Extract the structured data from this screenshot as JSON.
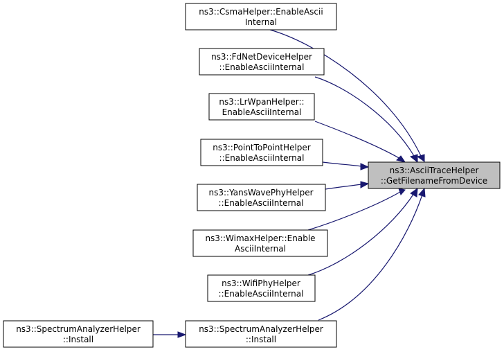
{
  "target": {
    "line1": "ns3::AsciiTraceHelper",
    "line2": "::GetFilenameFromDevice"
  },
  "callers": [
    {
      "line1": "ns3::CsmaHelper::EnableAscii",
      "line2": "Internal"
    },
    {
      "line1": "ns3::FdNetDeviceHelper",
      "line2": "::EnableAsciiInternal"
    },
    {
      "line1": "ns3::LrWpanHelper::",
      "line2": "EnableAsciiInternal"
    },
    {
      "line1": "ns3::PointToPointHelper",
      "line2": "::EnableAsciiInternal"
    },
    {
      "line1": "ns3::YansWavePhyHelper",
      "line2": "::EnableAsciiInternal"
    },
    {
      "line1": "ns3::WimaxHelper::Enable",
      "line2": "AsciiInternal"
    },
    {
      "line1": "ns3::WifiPhyHelper",
      "line2": "::EnableAsciiInternal"
    },
    {
      "line1": "ns3::SpectrumAnalyzerHelper",
      "line2": "::Install"
    }
  ],
  "outer_caller": {
    "line1": "ns3::SpectrumAnalyzerHelper",
    "line2": "::Install"
  },
  "colors": {
    "edge": "#191970",
    "highlight_fill": "#bfbfbf",
    "node_border": "#000000"
  }
}
